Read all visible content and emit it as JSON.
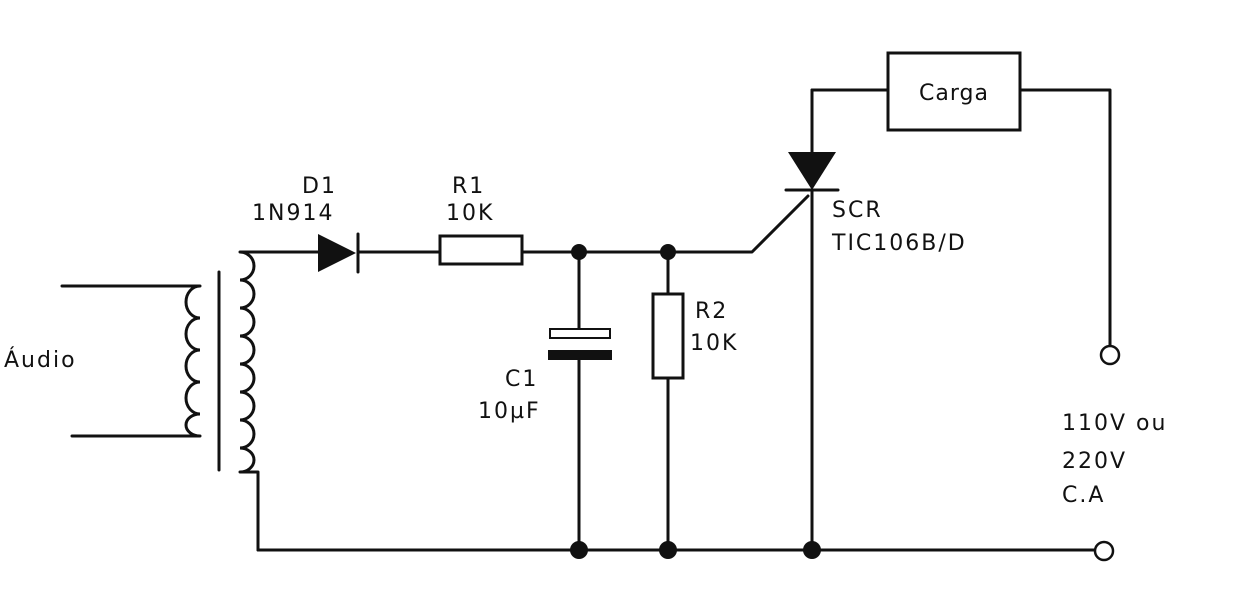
{
  "labels": {
    "audio": "Áudio",
    "d1_name": "D1",
    "d1_part": "1N914",
    "r1_name": "R1",
    "r1_value": "10K",
    "c1_name": "C1",
    "c1_value": "10µF",
    "r2_name": "R2",
    "r2_value": "10K",
    "scr_name": "SCR",
    "scr_part": "TIC106B/D",
    "load": "Carga",
    "supply_line1": "110V ou",
    "supply_line2": "220V",
    "supply_line3": "C.A"
  }
}
